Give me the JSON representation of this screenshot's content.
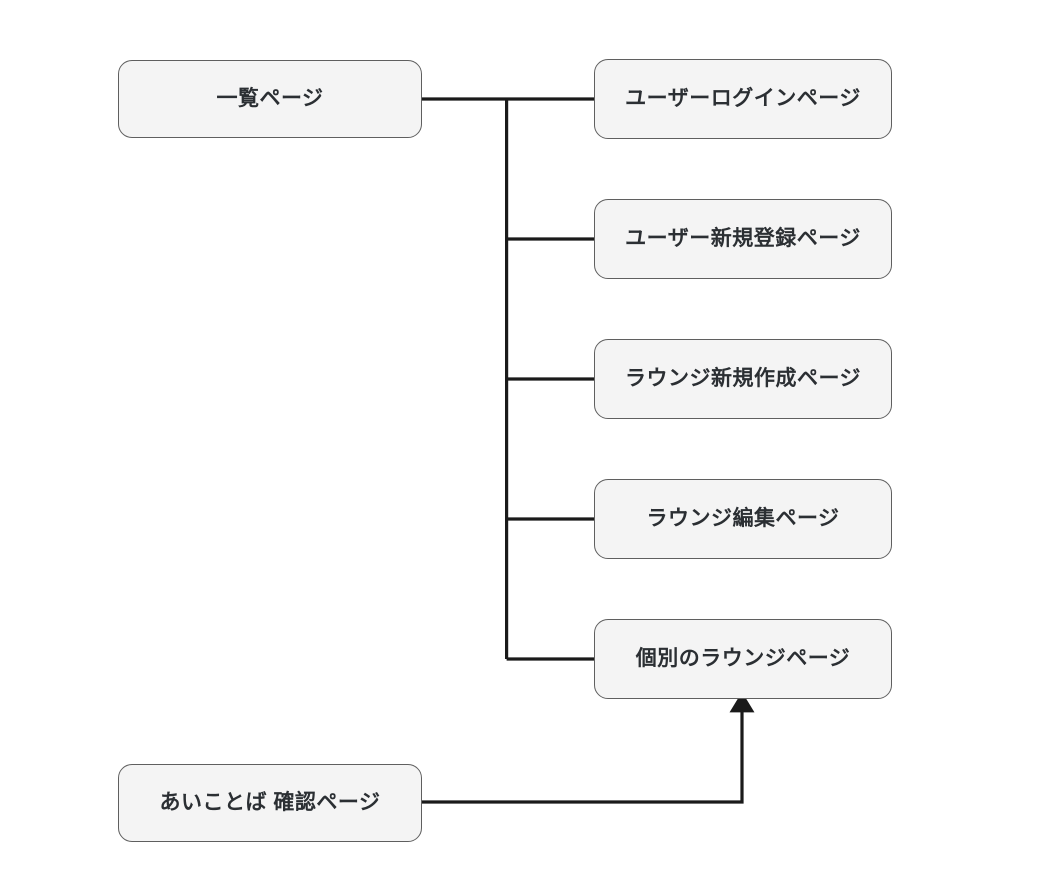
{
  "diagram": {
    "type": "flowchart",
    "orientation": "left-to-right-tree",
    "background_color": "#ffffff",
    "node_fill_color": "#f4f4f4",
    "node_border_color": "#5f5f5f",
    "node_text_color": "#2b2f33",
    "edge_color": "#1a1a1a",
    "nodes": [
      {
        "id": "list-page",
        "label": "一覧ページ"
      },
      {
        "id": "user-login",
        "label": "ユーザーログインページ"
      },
      {
        "id": "user-register",
        "label": "ユーザー新規登録ページ"
      },
      {
        "id": "lounge-create",
        "label": "ラウンジ新規作成ページ"
      },
      {
        "id": "lounge-edit",
        "label": "ラウンジ編集ページ"
      },
      {
        "id": "lounge-detail",
        "label": "個別のラウンジページ"
      },
      {
        "id": "passphrase",
        "label": "あいことば 確認ページ"
      }
    ],
    "edges": [
      {
        "from": "list-page",
        "to": "user-login",
        "arrow": false
      },
      {
        "from": "list-page",
        "to": "user-register",
        "arrow": false
      },
      {
        "from": "list-page",
        "to": "lounge-create",
        "arrow": false
      },
      {
        "from": "list-page",
        "to": "lounge-edit",
        "arrow": false
      },
      {
        "from": "list-page",
        "to": "lounge-detail",
        "arrow": false
      },
      {
        "from": "passphrase",
        "to": "lounge-detail",
        "arrow": true
      }
    ]
  }
}
